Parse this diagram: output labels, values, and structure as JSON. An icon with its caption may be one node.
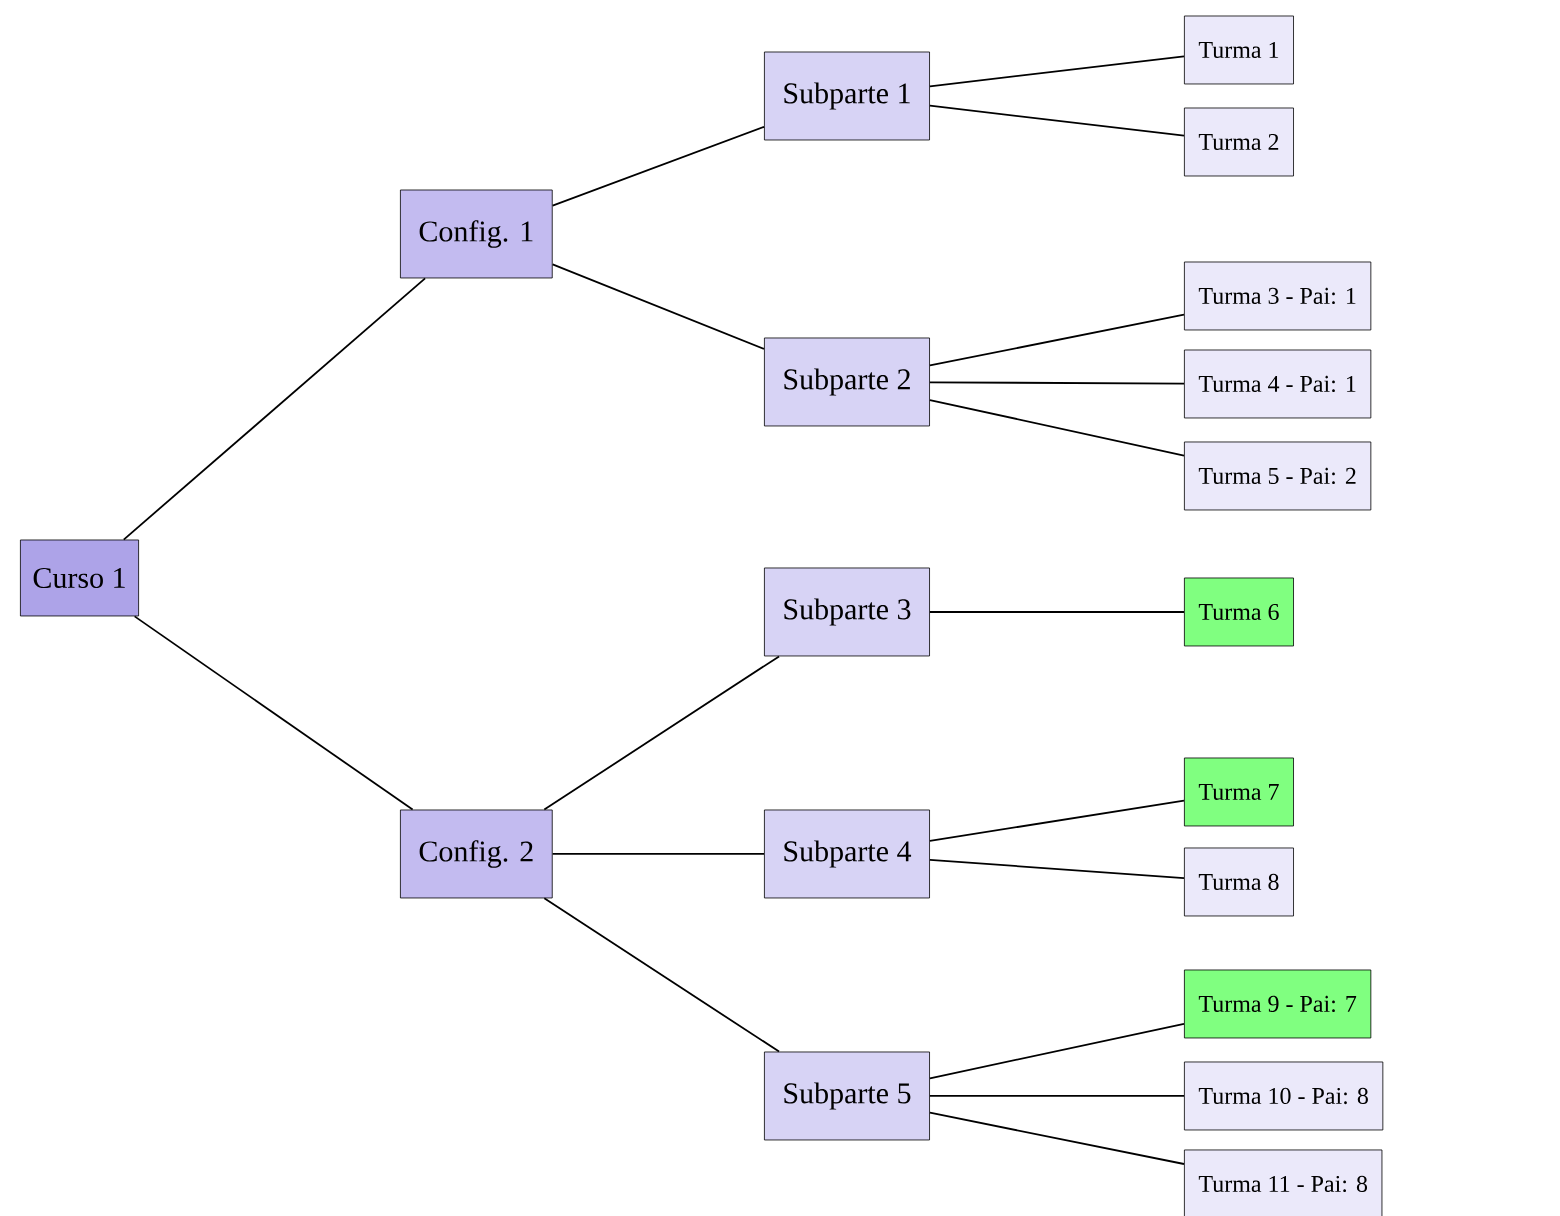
{
  "diagram": {
    "nodes": [
      {
        "text": [
          "Curso 1"
        ]
      },
      {
        "text": [
          "Config. 1"
        ]
      },
      {
        "text": [
          "Subparte 1"
        ]
      },
      {
        "text": [
          "Turma 1"
        ]
      },
      {
        "text": [
          "Turma 2"
        ]
      },
      {
        "text": [
          "Subparte 2"
        ]
      },
      {
        "text": [
          "Turma 3 - Pai: 1"
        ]
      },
      {
        "text": [
          "Turma 4 - Pai: 1"
        ]
      },
      {
        "text": [
          "Turma 5 - Pai: 2"
        ]
      },
      {
        "text": [
          "Config. 2"
        ]
      },
      {
        "text": [
          "Subparte 3"
        ]
      },
      {
        "text": [
          "Turma 6"
        ]
      },
      {
        "text": [
          "Subparte 4"
        ]
      },
      {
        "text": [
          "Turma 7"
        ]
      },
      {
        "text": [
          "Turma 8"
        ]
      },
      {
        "text": [
          "Subparte 5"
        ]
      },
      {
        "text": [
          "Turma 9 - Pai: 7"
        ]
      },
      {
        "text": [
          "Turma 10 - Pai: 8"
        ]
      },
      {
        "text": [
          "Turma 11 - Pai: 8"
        ]
      }
    ],
    "edges": [
      {
        "from": 0,
        "to": 1,
        "arrow": "none"
      },
      {
        "from": 1,
        "to": 2,
        "arrow": "none"
      },
      {
        "from": 2,
        "to": 3,
        "arrow": "none"
      },
      {
        "from": 2,
        "to": 4,
        "arrow": "none"
      },
      {
        "from": 1,
        "to": 5,
        "arrow": "none"
      },
      {
        "from": 5,
        "to": 6,
        "arrow": "none"
      },
      {
        "from": 5,
        "to": 7,
        "arrow": "none"
      },
      {
        "from": 5,
        "to": 8,
        "arrow": "none"
      },
      {
        "from": 0,
        "to": 9,
        "arrow": "none"
      },
      {
        "from": 9,
        "to": 10,
        "arrow": "none"
      },
      {
        "from": 10,
        "to": 11,
        "arrow": "none"
      },
      {
        "from": 9,
        "to": 12,
        "arrow": "none"
      },
      {
        "from": 12,
        "to": 13,
        "arrow": "none"
      },
      {
        "from": 12,
        "to": 14,
        "arrow": "none"
      },
      {
        "from": 9,
        "to": 15,
        "arrow": "none"
      },
      {
        "from": 15,
        "to": 16,
        "arrow": "none"
      },
      {
        "from": 15,
        "to": 17,
        "arrow": "none"
      },
      {
        "from": 15,
        "to": 18,
        "arrow": "none"
      }
    ]
  }
}
